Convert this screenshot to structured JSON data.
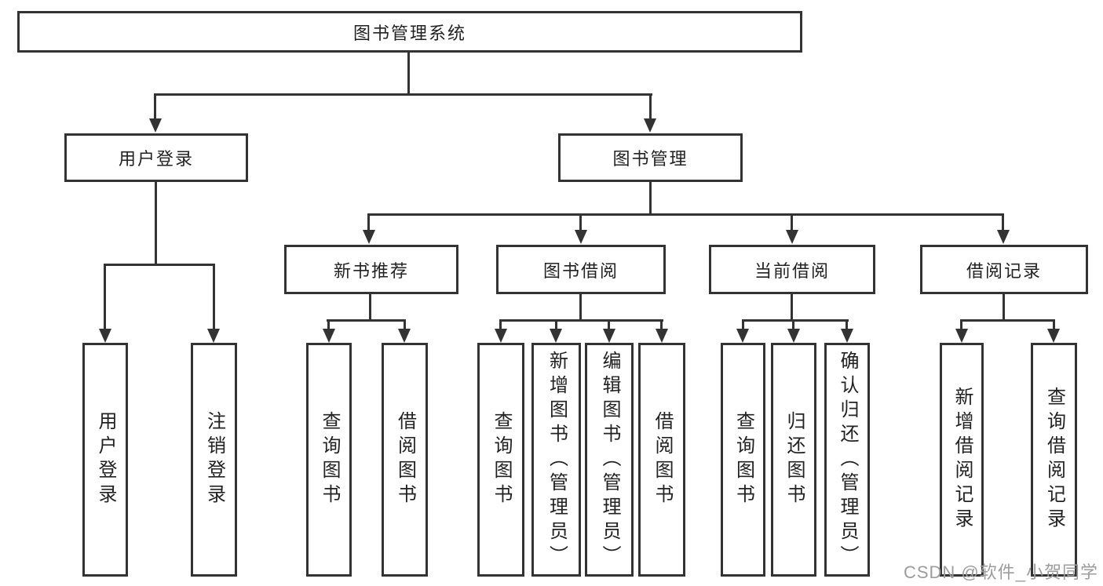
{
  "tree": {
    "label": "图书管理系统",
    "children": [
      {
        "label": "用户登录",
        "children": [
          {
            "label": "用户登录"
          },
          {
            "label": "注销登录"
          }
        ]
      },
      {
        "label": "图书管理",
        "children": [
          {
            "label": "新书推荐",
            "children": [
              {
                "label": "查询图书"
              },
              {
                "label": "借阅图书"
              }
            ]
          },
          {
            "label": "图书借阅",
            "children": [
              {
                "label": "查询图书"
              },
              {
                "label": "新增图书（管理员）"
              },
              {
                "label": "编辑图书（管理员）"
              },
              {
                "label": "借阅图书"
              }
            ]
          },
          {
            "label": "当前借阅",
            "children": [
              {
                "label": "查询图书"
              },
              {
                "label": "归还图书"
              },
              {
                "label": "确认归还（管理员）"
              }
            ]
          },
          {
            "label": "借阅记录",
            "children": [
              {
                "label": "新增借阅记录"
              },
              {
                "label": "查询借阅记录"
              }
            ]
          }
        ]
      }
    ]
  },
  "watermark": "CSDN @软件_小贺同学",
  "colors": {
    "line": "#333333",
    "text": "#222222",
    "watermark": "#9c9c9c",
    "background": "#ffffff"
  }
}
